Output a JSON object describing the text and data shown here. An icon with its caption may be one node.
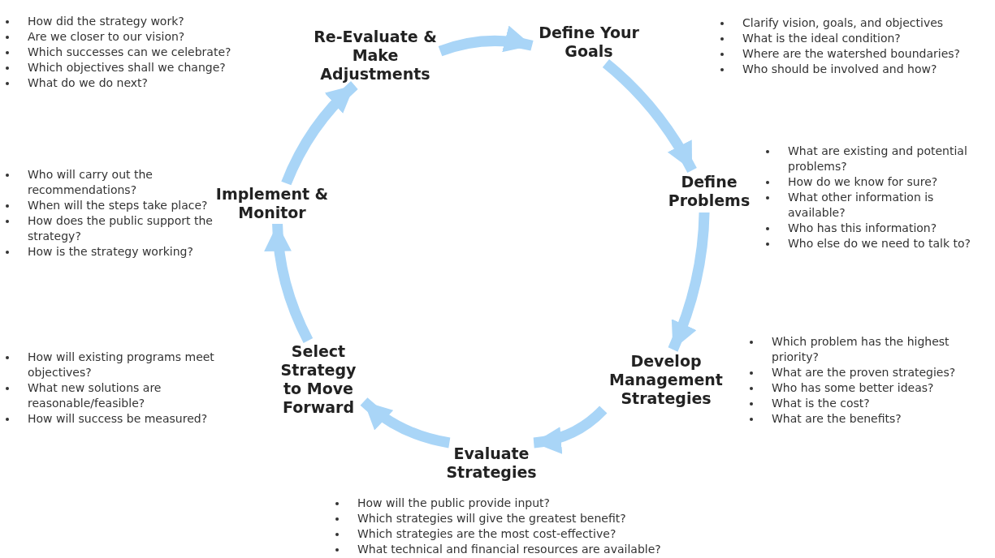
{
  "diagram": {
    "nodes": [
      {
        "text": [
          "Define Your Goals"
        ],
        "beside": [
          "Clarify vision, goals, and objectives",
          "What is the ideal condition?",
          "Where are the watershed boundaries?",
          "Who should be involved and how?"
        ]
      },
      {
        "text": [
          "Define Problems"
        ],
        "beside": [
          "What are existing and potential problems?",
          "How do we know for sure?",
          "What other information is available?",
          "Who has this information?",
          "Who else do we need to talk to?"
        ]
      },
      {
        "text": [
          "Develop Management Strategies"
        ],
        "beside": [
          "Which problem has the highest priority?",
          "What are the proven strategies?",
          "Who has some better ideas?",
          "What is the cost?",
          "What are the benefits?"
        ]
      },
      {
        "text": [
          "Evaluate Strategies"
        ],
        "beside": [
          "How will the public provide input?",
          "Which strategies will give the greatest benefit?",
          "Which strategies are the most cost-effective?",
          "What technical and financial resources are available?"
        ]
      },
      {
        "text": [
          "Select Strategy to Move Forward"
        ],
        "beside": [
          "How will existing programs meet objectives?",
          "What new solutions are reasonable/feasible?",
          "How will success be measured?"
        ]
      },
      {
        "text": [
          "Implement & Monitor"
        ],
        "beside": [
          "Who will carry out the recommendations?",
          "When will the steps take place?",
          "How does the public support the strategy?",
          "How is the strategy working?"
        ]
      },
      {
        "text": [
          "Re-Evaluate & Make Adjustments"
        ],
        "beside": [
          "How did the strategy work?",
          "Are we closer to our vision?",
          "Which successes can we celebrate?",
          "Which objectives shall we change?",
          "What do we do next?"
        ]
      }
    ],
    "edges": [
      {
        "from": 0,
        "to": 1,
        "arrow": "to"
      },
      {
        "from": 1,
        "to": 2,
        "arrow": "to"
      },
      {
        "from": 2,
        "to": 3,
        "arrow": "to"
      },
      {
        "from": 3,
        "to": 4,
        "arrow": "to"
      },
      {
        "from": 4,
        "to": 5,
        "arrow": "to"
      },
      {
        "from": 5,
        "to": 6,
        "arrow": "to"
      },
      {
        "from": 6,
        "to": 0,
        "arrow": "to"
      }
    ]
  }
}
